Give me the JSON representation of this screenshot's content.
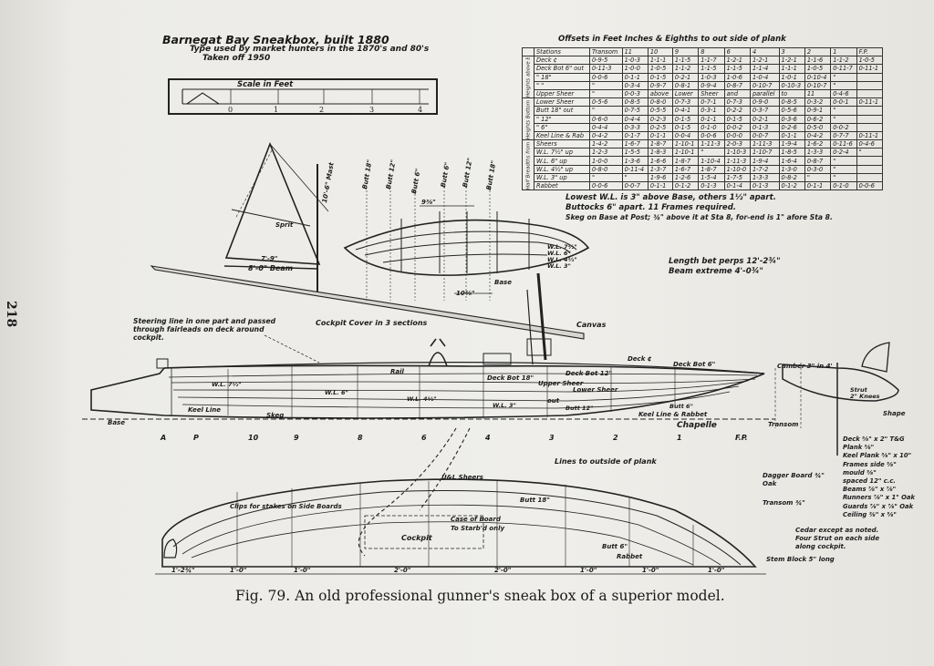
{
  "page_number": "218",
  "heading": {
    "title": "Barnegat Bay Sneakbox, built 1880",
    "subtitle": "Type used by market hunters in the 1870's and 80's",
    "taken_off": "Taken off 1950"
  },
  "scale": {
    "label": "Scale in Feet",
    "ticks": [
      "0",
      "1",
      "2",
      "3",
      "4"
    ]
  },
  "offsets": {
    "title": "Offsets in Feet Inches & Eighths to out side of plank",
    "stations": [
      "Stations",
      "Transom",
      "11",
      "10",
      "9",
      "8",
      "6",
      "4",
      "3",
      "2",
      "1",
      "F.P."
    ],
    "groups": [
      "Heights above Base",
      "Heights Bottom",
      "Half Breadths from ¢"
    ],
    "rows": [
      [
        "Deck ¢",
        "0-9-5",
        "1-0-3",
        "1-1-1",
        "1-1-5",
        "1-1-7",
        "1-2-1",
        "1-2-1",
        "1-2-1",
        "1-1-6",
        "1-1-2",
        "1-0-5",
        "0-9-6"
      ],
      [
        "Deck Bot 6\" out",
        "0-11-3",
        "1-0-0",
        "1-0-5",
        "1-1-2",
        "1-1-5",
        "1-1-5",
        "1-1-4",
        "1-1-1",
        "1-0-5",
        "0-11-7",
        "0-11-1"
      ],
      [
        "\" 18\"",
        "0-0-6",
        "0-1-1",
        "0-1-5",
        "0-2-1",
        "1-0-3",
        "1-0-6",
        "1-0-4",
        "1-0-1",
        "0-10-4",
        "\""
      ],
      [
        "\" \"",
        "\"",
        "0-3-4",
        "0-9-7",
        "0-8-1",
        "0-9-4",
        "0-8-7",
        "0-10-7",
        "0-10-3",
        "0-10-7",
        "\""
      ],
      [
        "Upper Sheer",
        "\"",
        "0-0-3",
        "above",
        "Lower",
        "Sheer",
        "and",
        "parallel",
        "to",
        "11",
        "0-4-6"
      ],
      [
        "Lower Sheer",
        "0-5-6",
        "0-8-5",
        "0-8-0",
        "0-7-3",
        "0-7-1",
        "0-7-3",
        "0-9-0",
        "0-8-5",
        "0-3-2",
        "0-0-1",
        "0-11-1"
      ],
      [
        "Butt 18\" out",
        "\"",
        "0-7-5",
        "0-5-5",
        "0-4-1",
        "0-3-1",
        "0-2-2",
        "0-3-7",
        "0-5-6",
        "0-9-1",
        "\""
      ],
      [
        "\" 12\"",
        "0-6-0",
        "0-4-4",
        "0-2-3",
        "0-1-5",
        "0-1-1",
        "0-1-5",
        "0-2-1",
        "0-3-6",
        "0-6-2",
        "\""
      ],
      [
        "\" 6\"",
        "0-4-4",
        "0-3-3",
        "0-2-5",
        "0-1-5",
        "0-1-0",
        "0-0-2",
        "0-1-3",
        "0-2-6",
        "0-5-0",
        "0-0-2"
      ],
      [
        "Keel Line & Rab",
        "0-4-2",
        "0-1-7",
        "0-1-1",
        "0-0-4",
        "0-0-6",
        "0-0-0",
        "0-0-7",
        "0-1-1",
        "0-4-2",
        "0-7-7",
        "0-11-1"
      ],
      [
        "Sheers",
        "1-4-2",
        "1-6-7",
        "1-8-7",
        "1-10-1",
        "1-11-3",
        "2-0-3",
        "1-11-3",
        "1-9-4",
        "1-6-2",
        "0-11-6",
        "0-4-6"
      ],
      [
        "W.L. 7½\" up",
        "1-2-3",
        "1-5-5",
        "1-8-3",
        "1-10-1",
        "\"",
        "1-10-3",
        "1-10-7",
        "1-8-5",
        "1-3-3",
        "0-2-4",
        "\""
      ],
      [
        "W.L. 6\" up",
        "1-0-0",
        "1-3-6",
        "1-6-6",
        "1-8-7",
        "1-10-4",
        "1-11-3",
        "1-9-4",
        "1-6-4",
        "0-8-7",
        "\""
      ],
      [
        "W.L. 4½\" up",
        "0-8-0",
        "0-11-4",
        "1-3-7",
        "1-6-7",
        "1-8-7",
        "1-10-0",
        "1-7-2",
        "1-3-0",
        "0-3-0",
        "\""
      ],
      [
        "W.L. 3\" up",
        "\"",
        "\"",
        "1-9-6",
        "1-2-6",
        "1-5-4",
        "1-7-5",
        "1-3-3",
        "0-8-2",
        "\"",
        "\""
      ],
      [
        "Rabbet",
        "0-0-6",
        "0-0-7",
        "0-1-1",
        "0-1-2",
        "0-1-3",
        "0-1-4",
        "0-1-3",
        "0-1-2",
        "0-1-1",
        "0-1-0",
        "0-0-6"
      ]
    ]
  },
  "notes": {
    "lowest_wl": "Lowest W.L. is 3\" above Base, others 1½\" apart.",
    "buttocks": "Buttocks 6\" apart.        11 Frames required.",
    "skeg": "Skeg on Base at Post; ¾\" above it at Sta 8, for-end is 1\" afore Sta 8.",
    "length": "Length bet perps 12'-2¾\"",
    "beam": "Beam extreme 4'-0¾\""
  },
  "labels": {
    "sail_boom": "8'-0\" Beam",
    "sail_foot": "7'-9\"",
    "mast": "10'-6\" Mast",
    "sprit": "Sprit",
    "buttocks_top": [
      "Butt 18\"",
      "Butt 12\"",
      "Butt 6\"",
      "Butt 6\"",
      "Butt 12\"",
      "Butt 18\""
    ],
    "section_dim": "9⅜\"",
    "base_section": "Base",
    "wl_legend": [
      "W.L. 7½\"",
      "W.L. 6\"",
      "W.L. 4½\"",
      "W.L. 3\""
    ],
    "dim_10": "10⅜\"",
    "steering": "Steering line in one part and passed through fairleads on deck around cockpit.",
    "cockpit_cover": "Cockpit Cover in 3 sections",
    "canvas": "Canvas",
    "deck_center": "Deck ¢",
    "deck_bot": "Deck Bot 6\"",
    "rail": "Rail",
    "deck_bot18": "Deck Bot 18\"",
    "deck_bot12": "Deck Bot 12\"",
    "upper_sheer": "Upper Sheer",
    "lower_sheer": "Lower Sheer",
    "wl_7": "W.L. 7½\"",
    "wl_6": "W.L. 6\"",
    "wl_4": "W.L. 4½\"",
    "wl_3": "W.L. 3\"",
    "out": "out",
    "butt_12": "Butt 12\"",
    "butt_6": "Butt 6\"",
    "keel_line": "Keel Line",
    "skeg": "Skeg",
    "keel_rabbet": "Keel Line & Rabbet",
    "base": "Base",
    "chapelle": "Chapelle",
    "camber": "Camber 3\" in 4'",
    "section_right": [
      "Strut",
      "2\" Knees"
    ],
    "shape": "Shape",
    "transom_lbl": "Transom",
    "stations_row": [
      "A",
      "P",
      "10",
      "9",
      "8",
      "6",
      "4",
      "3",
      "2",
      "1",
      "F.P."
    ],
    "lines_outside": "Lines to outside of plank",
    "ul_sheer": "U&L Sheers",
    "clips": "Clips for stakes on Side Boards",
    "case_board": "Case of Board",
    "stbd": "To Starb'd only",
    "cockpit": "Cockpit",
    "butt_18b": "Butt 18\"",
    "butt_6b": "Butt 6\"",
    "rabbet": "Rabbet",
    "stem_block": "Stem Block 5\" long",
    "dagger": "Dagger Board ¾\" Oak",
    "transom_spec": "Transom ¾\"",
    "scantlings": [
      "Deck ⅝\" x 2\" T&G",
      "Plank ⅝\"",
      "Keel Plank ⅝\" x 10\"",
      "Frames side ⅝\"",
      "   mould ⅝\"",
      "   spaced 12\" c.c.",
      "Beams ⅞\" x ⅞\"",
      "Runners ⅞\" x 1\" Oak",
      "Guards ⅞\" x ⅞\" Oak",
      "Ceiling ⅜\" x ⅝\""
    ],
    "cedar": "Cedar except as noted. Four Strut on each side along cockpit.",
    "bottom_dims": [
      "1'-2¾\"",
      "1'-0\"",
      "1'-0\"",
      "2'-0\"",
      "2'-0\"",
      "1'-0\"",
      "1'-0\"",
      "1'-0\""
    ]
  },
  "caption": {
    "fig": "Fig. 79.",
    "text": "An old professional gunner's sneak box of a superior model."
  }
}
